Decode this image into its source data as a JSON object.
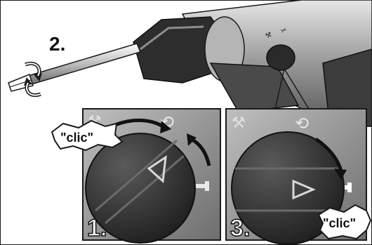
{
  "steps": {
    "step1": "1.",
    "step2": "2.",
    "step3": "3."
  },
  "callouts": {
    "clic_left": "\"clic\"",
    "clic_right": "\"clic\""
  },
  "colors": {
    "frame": "#1a1a1a",
    "light": "#d9d9d9",
    "mid": "#8c8c8c",
    "dark": "#3a3a3a",
    "paper": "#ffffff"
  },
  "icons": {
    "mode_hammer_drill": "hammer-drill-icon",
    "mode_chisel": "chisel-icon",
    "mode_chisel_adjust": "chisel-adjust-icon",
    "rotation": "rotation-arrows-icon"
  }
}
